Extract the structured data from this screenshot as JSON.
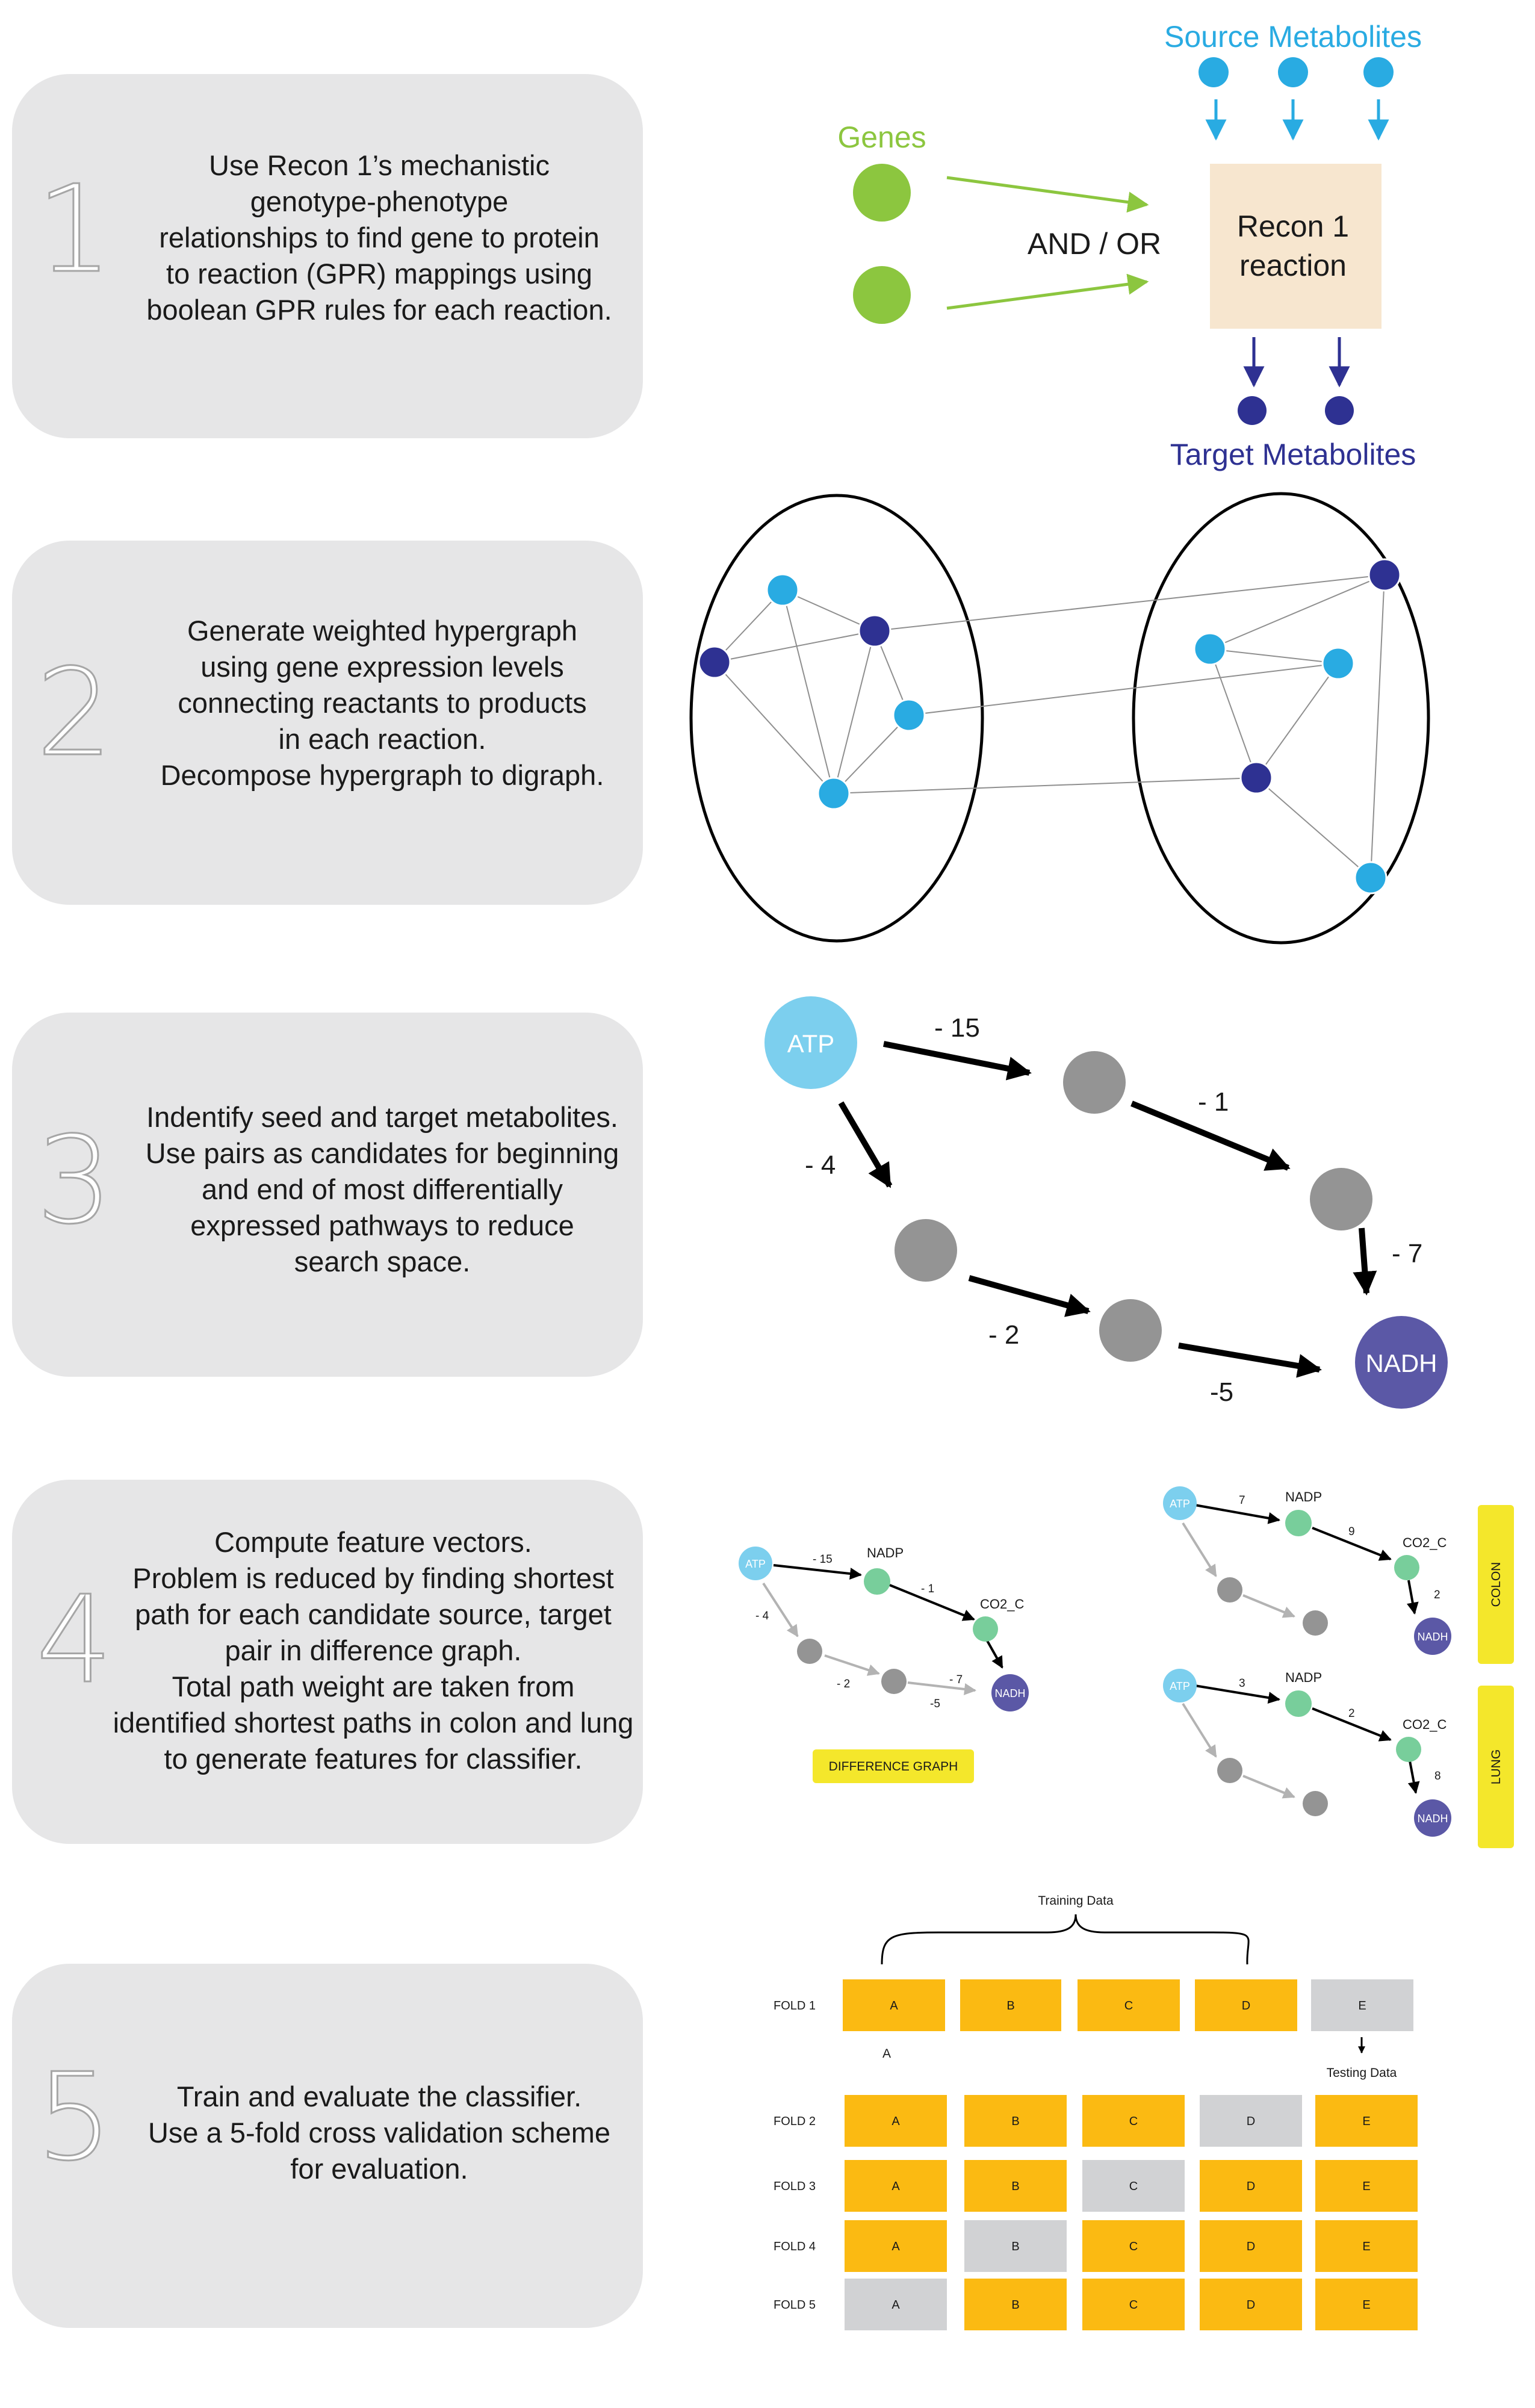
{
  "colors": {
    "panel_bg": "#e6e6e7",
    "gene_green": "#8cc63f",
    "light_blue": "#29abe2",
    "dark_blue": "#2e3192",
    "reaction_box": "#f7e6cf",
    "node_gray": "#949494",
    "atp_blue": "#7ccfee",
    "nadh_purple": "#5b58a6",
    "nadp_green": "#78ce9b",
    "highlight_yellow": "#f4e72b",
    "fold_orange": "#fbba12",
    "fold_gray": "#d1d2d4"
  },
  "steps": [
    {
      "number": "1",
      "text": "Use Recon 1’s mechanistic\ngenotype-phenotype\nrelationships  to find gene to protein\nto reaction (GPR) mappings using\nboolean GPR rules for each reaction."
    },
    {
      "number": "2",
      "text": "Generate weighted hypergraph\nusing gene expression levels\nconnecting reactants to products\nin each reaction.\nDecompose hypergraph to digraph."
    },
    {
      "number": "3",
      "text": "Indentify seed and target metabolites.\nUse pairs as candidates for beginning\nand end of most differentially\nexpressed pathways to reduce\nsearch space."
    },
    {
      "number": "4",
      "text": "Compute feature vectors.\nProblem is reduced by finding shortest\npath for each candidate source, target\npair in difference graph.\nTotal path weight are taken from\nidentified shortest paths in colon and lung\nto generate features for classifier."
    },
    {
      "number": "5",
      "text": "Train and evaluate the classifier.\nUse a 5-fold cross validation scheme\nfor evaluation."
    }
  ],
  "diagram1": {
    "source_label": "Source Metabolites",
    "genes_label": "Genes",
    "logic_label": "AND / OR",
    "reaction_label_line1": "Recon 1",
    "reaction_label_line2": "reaction",
    "target_label": "Target Metabolites"
  },
  "diagram3": {
    "seed": "ATP",
    "target": "NADH",
    "weights": {
      "w1": "- 15",
      "w2": "- 1",
      "w3": "- 7",
      "w4": "- 4",
      "w5": "- 2",
      "w6": "-5"
    }
  },
  "diagram4": {
    "diff": {
      "atp": "ATP",
      "nadp": "NADP",
      "co2": "CO2_C",
      "nadh": "NADH",
      "w1": "- 15",
      "w2": "- 1",
      "w3": "- 7",
      "w4": "- 4",
      "w5": "- 2",
      "w6": "-5",
      "label": "DIFFERENCE GRAPH"
    },
    "colon": {
      "atp": "ATP",
      "nadp": "NADP",
      "co2": "CO2_C",
      "nadh": "NADH",
      "w1": "7",
      "w2": "9",
      "w3": "2",
      "label": "COLON"
    },
    "lung": {
      "atp": "ATP",
      "nadp": "NADP",
      "co2": "CO2_C",
      "nadh": "NADH",
      "w1": "3",
      "w2": "2",
      "w3": "8",
      "label": "LUNG"
    }
  },
  "diagram5": {
    "training_label": "Training Data",
    "testing_label": "Testing Data",
    "stray_label": "A",
    "folds": [
      {
        "name": "FOLD 1",
        "cells": [
          "A",
          "B",
          "C",
          "D",
          "E"
        ],
        "test_index": 4
      },
      {
        "name": "FOLD 2",
        "cells": [
          "A",
          "B",
          "C",
          "D",
          "E"
        ],
        "test_index": 3
      },
      {
        "name": "FOLD 3",
        "cells": [
          "A",
          "B",
          "C",
          "D",
          "E"
        ],
        "test_index": 2
      },
      {
        "name": "FOLD 4",
        "cells": [
          "A",
          "B",
          "C",
          "D",
          "E"
        ],
        "test_index": 1
      },
      {
        "name": "FOLD 5",
        "cells": [
          "A",
          "B",
          "C",
          "D",
          "E"
        ],
        "test_index": 0
      }
    ]
  }
}
